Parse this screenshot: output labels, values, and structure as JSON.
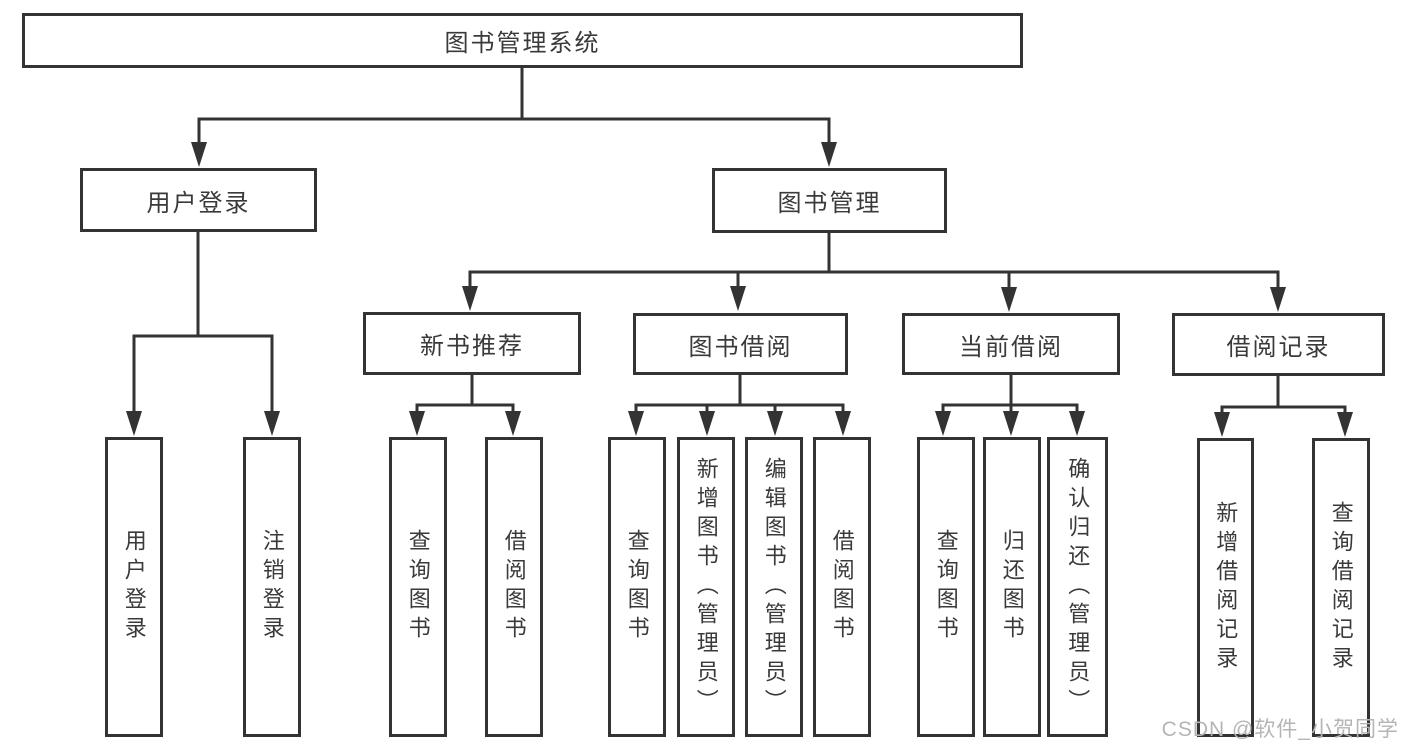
{
  "diagram": {
    "root": {
      "label": "图书管理系统"
    },
    "level2": [
      {
        "label": "用户登录"
      },
      {
        "label": "图书管理"
      }
    ],
    "level3": [
      {
        "label": "新书推荐"
      },
      {
        "label": "图书借阅"
      },
      {
        "label": "当前借阅"
      },
      {
        "label": "借阅记录"
      }
    ],
    "leaves": {
      "user_login": [
        "用户登录",
        "注销登录"
      ],
      "new_book_recommend": [
        "查询图书",
        "借阅图书"
      ],
      "book_borrow": [
        "查询图书",
        "新增图书（管理员）",
        "编辑图书（管理员）",
        "借阅图书"
      ],
      "current_borrow": [
        "查询图书",
        "归还图书",
        "确认归还（管理员）"
      ],
      "borrow_record": [
        "新增借阅记录",
        "查询借阅记录"
      ]
    }
  },
  "watermark": {
    "text": "CSDN @软件_小贺同学"
  },
  "colors": {
    "line": "#333333",
    "box_border": "#333333",
    "text": "#3a3a3a",
    "watermark": "#b5b5b5",
    "background": "#ffffff"
  }
}
